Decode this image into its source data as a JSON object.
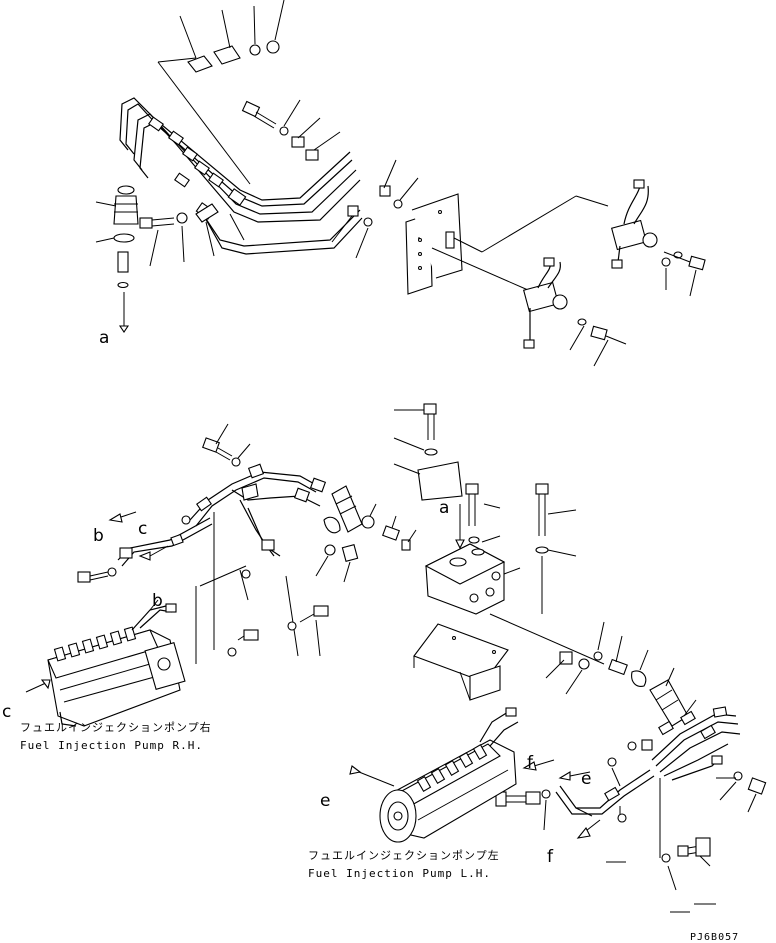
{
  "letters": {
    "a_top": "a",
    "a_mid": "a",
    "b_left": "b",
    "b_pump": "b",
    "c_top": "c",
    "c_pump": "c",
    "e_left": "e",
    "e_right": "e",
    "f_right": "f",
    "f_bottom": "f"
  },
  "captions": {
    "pump_rh_jp": "フュエルインジェクションポンプ右",
    "pump_rh_en": "Fuel Injection Pump R.H.",
    "pump_lh_jp": "フュエルインジェクションポンプ左",
    "pump_lh_en": "Fuel Injection Pump L.H."
  },
  "drawing_code": "PJ6B057"
}
